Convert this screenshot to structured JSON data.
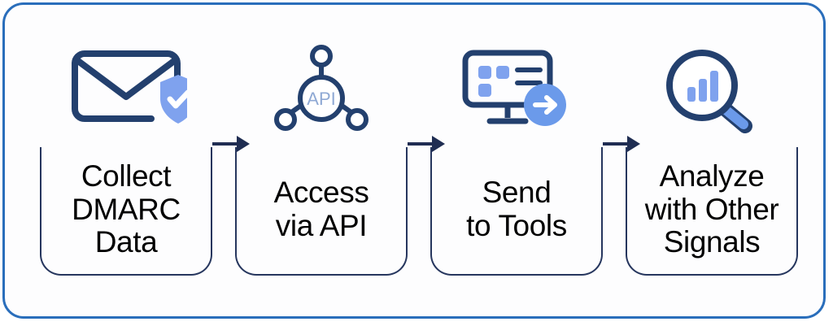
{
  "diagram": {
    "type": "process-flow",
    "title": "",
    "orientation": "horizontal",
    "colors": {
      "frame_border": "#2a6ebb",
      "card_border": "#26365e",
      "icon_dark": "#23406e",
      "icon_light_blue": "#7fa2ee",
      "icon_accent_blue": "#6b9aea",
      "api_text": "#8fa9d4",
      "label_text": "#000000",
      "background": "#fdfdfe"
    },
    "steps": [
      {
        "index": 1,
        "icon": "email-shield-icon",
        "label": "Collect\nDMARC\nData",
        "label_lines": [
          "Collect",
          "DMARC",
          "Data"
        ]
      },
      {
        "index": 2,
        "icon": "api-network-icon",
        "icon_text": "API",
        "label": "Access\nvia API",
        "label_lines": [
          "Access",
          "via API"
        ]
      },
      {
        "index": 3,
        "icon": "monitor-send-icon",
        "label": "Send\nto Tools",
        "label_lines": [
          "Send",
          "to Tools"
        ]
      },
      {
        "index": 4,
        "icon": "magnifier-chart-icon",
        "label": "Analyze\nwith Other\nSignals",
        "label_lines": [
          "Analyze",
          "with Other",
          "Signals"
        ]
      }
    ],
    "connectors": [
      {
        "index": 1,
        "icon": "arrow-right-icon",
        "from": 1,
        "to": 2
      },
      {
        "index": 2,
        "icon": "arrow-right-icon",
        "from": 2,
        "to": 3
      },
      {
        "index": 3,
        "icon": "arrow-right-icon",
        "from": 3,
        "to": 4
      }
    ]
  }
}
